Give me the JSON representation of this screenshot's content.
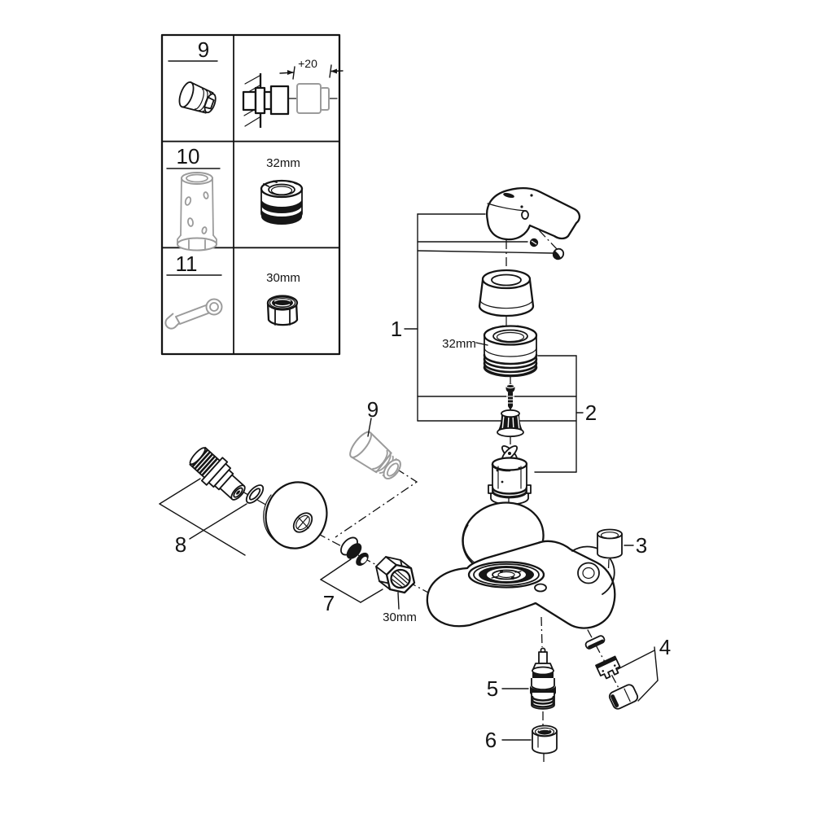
{
  "window": {
    "background": "#ffffff"
  },
  "colors": {
    "ink": "#141414",
    "gray": "#9b9b9b",
    "dark_fill": "#161616"
  },
  "tools_table": {
    "rows": [
      {
        "number": "9",
        "icon": "extension-adapter-icon",
        "detail_type": "wall-extension-diagram",
        "detail_label": "+20"
      },
      {
        "number": "10",
        "icon": "mounting-socket-icon",
        "detail_type": "cap-nut",
        "detail_label": "32mm"
      },
      {
        "number": "11",
        "icon": "open-end-wrench-icon",
        "detail_type": "hex-nut",
        "detail_label": "30mm"
      }
    ]
  },
  "diagram": {
    "callouts": {
      "c1": "1",
      "c2": "2",
      "c3": "3",
      "c4": "4",
      "c5": "5",
      "c6": "6",
      "c7": "7",
      "c8": "8",
      "c9": "9"
    },
    "dimensions": {
      "cap_nut": "32mm",
      "union_nut": "30mm"
    }
  }
}
